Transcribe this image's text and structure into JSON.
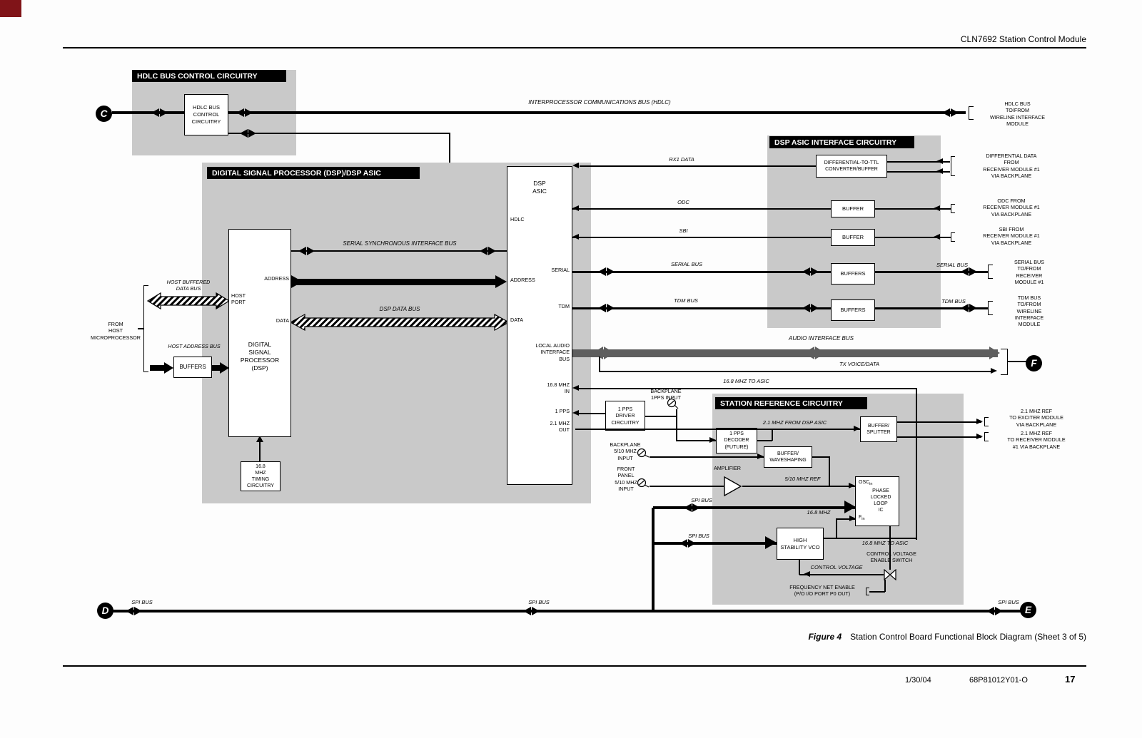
{
  "page": {
    "header_title": "CLN7692 Station Control Module",
    "figure_label": "Figure 4",
    "figure_caption": "Station Control Board Functional Block Diagram (Sheet 3 of 5)",
    "footer_date": "1/30/04",
    "footer_doc_number": "68P81012Y01-O",
    "footer_page_number": "17"
  },
  "connectors": {
    "c": "C",
    "d": "D",
    "e": "E",
    "f": "F"
  },
  "hdlc_section": {
    "title": "HDLC BUS CONTROL CIRCUITRY",
    "control_box": "HDLC BUS\nCONTROL\nCIRCUITRY",
    "bus_label": "INTERPROCESSOR COMMUNICATIONS BUS (HDLC)",
    "right_label": "HDLC BUS\nTO/FROM\nWIRELINE INTERFACE\nMODULE"
  },
  "dsp_section": {
    "title": "DIGITAL SIGNAL PROCESSOR (DSP)/DSP ASIC",
    "dsp_box": "DIGITAL\nSIGNAL\nPROCESSOR\n(DSP)",
    "host_port": "HOST\nPORT",
    "address_pin": "ADDRESS",
    "data_pin": "DATA",
    "serial_sync_bus": "SERIAL SYNCHRONOUS INTERFACE BUS",
    "dsp_data_bus": "DSP DATA BUS",
    "timing_box": "16.8\nMHZ\nTIMING\nCIRCUITRY",
    "host_buffered_bus": "HOST BUFFERED\nDATA BUS",
    "from_host": "FROM\nHOST\nMICROPROCESSOR",
    "host_address_bus": "HOST ADDRESS BUS",
    "buffers_box": "BUFFERS"
  },
  "dsp_asic": {
    "name": "DSP\nASIC",
    "pin_hdlc": "HDLC",
    "pin_serial": "SERIAL",
    "pin_address": "ADDRESS",
    "pin_tdm": "TDM",
    "pin_data": "DATA",
    "pin_local_audio": "LOCAL AUDIO\nINTERFACE\nBUS",
    "pin_168_in": "16.8 MHZ\nIN",
    "pin_1pps": "1 PPS",
    "pin_21_out": "2.1 MHZ\nOUT"
  },
  "asic_interface": {
    "title": "DSP ASIC INTERFACE CIRCUITRY",
    "diff_box": "DIFFERENTIAL-TO-TTL\nCONVERTER/BUFFER",
    "buffer1": "BUFFER",
    "buffer2": "BUFFER",
    "buffers1": "BUFFERS",
    "buffers2": "BUFFERS",
    "rx1_label": "RX1 DATA",
    "odc_label": "ODC",
    "sbi_label": "SBI",
    "serial_bus_label": "SERIAL BUS",
    "tdm_bus_label": "TDM BUS",
    "serial_bus_right_label": "SERIAL BUS",
    "tdm_bus_right_label": "TDM BUS",
    "diff_right": "DIFFERENTIAL DATA\nFROM\nRECEIVER MODULE #1\nVIA BACKPLANE",
    "odc_right": "ODC FROM\nRECEIVER MODULE #1\nVIA BACKPLANE",
    "sbi_right": "SBI FROM\nRECEIVER MODULE #1\nVIA BACKPLANE",
    "serial_right": "SERIAL BUS\nTO/FROM\nRECEIVER\nMODULE #1",
    "tdm_right": "TDM BUS\nTO/FROM\nWIRELINE\nINTERFACE\nMODULE"
  },
  "audio": {
    "bus_label": "AUDIO INTERFACE BUS",
    "tx_label": "TX VOICE/DATA",
    "mhz_to_asic_label": "16.8 MHZ TO ASIC"
  },
  "station_ref": {
    "title": "STATION REFERENCE CIRCUITRY",
    "pps_driver_box": "1 PPS\nDRIVER\nCIRCUITRY",
    "backplane_1pps": "BACKPLANE\n1PPS INPUT",
    "pps_decoder_box": "1 PPS\nDECODER\n(FUTURE)",
    "mhz21_from_asic": "2.1 MHZ FROM DSP ASIC",
    "buffer_splitter_box": "BUFFER/\nSPLITTER",
    "ref_exciter": "2.1 MHZ REF\nTO EXCITER MODULE\nVIA BACKPLANE",
    "ref_receiver": "2.1 MHZ REF\nTO RECEIVER MODULE\n#1 VIA BACKPLANE",
    "backplane_510": "BACKPLANE\n5/10 MHZ\nINPUT",
    "buffer_waveshaping_box": "BUFFER/\nWAVESHAPING",
    "amplifier_label": "AMPLIFIER",
    "front_panel_510": "FRONT\nPANEL\n5/10 MHZ\nINPUT",
    "ref_510_label": "5/10 MHZ REF",
    "pll_box": "PHASE\nLOCKED\nLOOP\nIC",
    "osc_in_base": "OSC",
    "osc_in_sub": "in",
    "f_in_base": "F",
    "f_in_sub": "in",
    "spi_bus_label1": "SPI BUS",
    "spi_bus_label2": "SPI BUS",
    "mhz168_label": "16.8 MHZ",
    "vco_box": "HIGH\nSTABILITY VCO",
    "mhz168_to_asic_label": "16.8 MHZ TO ASIC",
    "cv_switch_label": "CONTROL VOLTAGE\nENABLE SWITCH",
    "control_voltage_label": "CONTROL VOLTAGE",
    "freq_net_label": "FREQUENCY NET ENABLE\n(P/O I/O PORT P0 OUT)"
  },
  "spi": {
    "label_left": "SPI BUS",
    "label_mid": "SPI BUS",
    "label_right": "SPI BUS"
  }
}
